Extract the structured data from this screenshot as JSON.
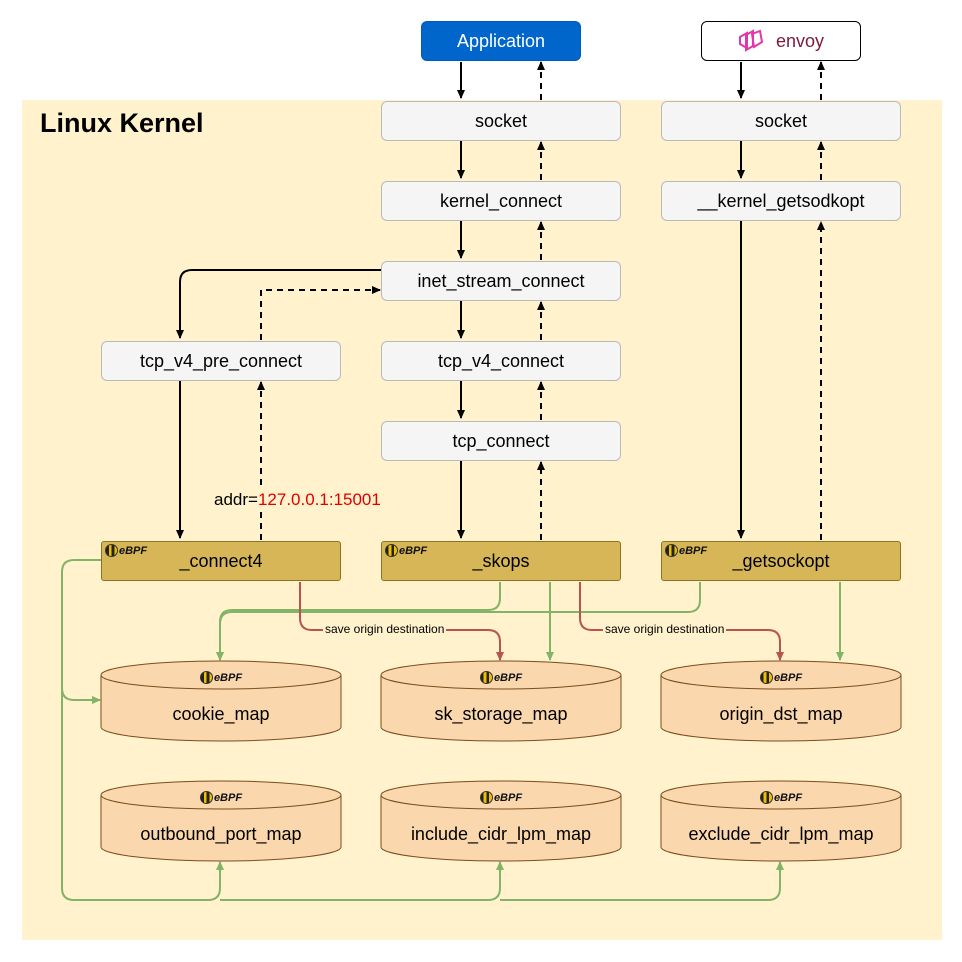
{
  "kernel_title": "Linux Kernel",
  "app_label": "Application",
  "envoy_label": "envoy",
  "ebpf_badge": "eBPF",
  "functions": {
    "socket_left": "socket",
    "socket_right": "socket",
    "kernel_connect": "kernel_connect",
    "kernel_getsockopt": "__kernel_getsodkopt",
    "inet_stream_connect": "inet_stream_connect",
    "tcp_v4_pre_connect": "tcp_v4_pre_connect",
    "tcp_v4_connect": "tcp_v4_connect",
    "tcp_connect": "tcp_connect"
  },
  "programs": {
    "connect4": "_connect4",
    "skops": "_skops",
    "getsockopt": "_getsockopt"
  },
  "maps": {
    "cookie_map": "cookie_map",
    "sk_storage_map": "sk_storage_map",
    "origin_dst_map": "origin_dst_map",
    "outbound_port_map": "outbound_port_map",
    "include_cidr_lpm_map": "include_cidr_lpm_map",
    "exclude_cidr_lpm_map": "exclude_cidr_lpm_map"
  },
  "addr_label": {
    "prefix": "addr=",
    "value": "127.0.0.1:15001",
    "value_color": "#e00000"
  },
  "edge_labels": {
    "save_origin_1": "save origin destination",
    "save_origin_2": "save origin destination"
  },
  "colors": {
    "kernel_bg": "#fff2cc",
    "app_blue": "#0066cc",
    "ebpf_program": "#d6b656",
    "map_fill": "#fad7ac",
    "green_edge": "#82b366",
    "red_edge": "#b85450",
    "envoy_accent": "#e535ab"
  }
}
